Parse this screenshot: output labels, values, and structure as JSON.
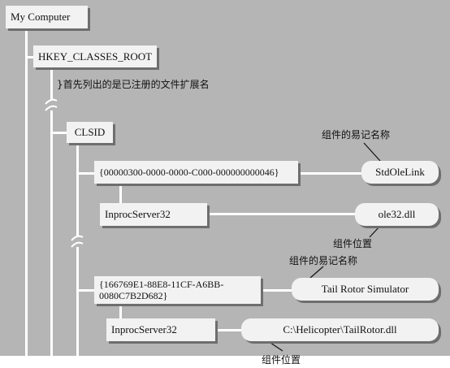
{
  "nodes": {
    "root": "My Computer",
    "hkcr": "HKEY_CLASSES_ROOT",
    "clsid": "CLSID",
    "guid1": "{00000300-0000-0000-C000-000000000046}",
    "inproc1": "InprocServer32",
    "guid2_line1": "{166769E1-88E8-11CF-A6BB-",
    "guid2_line2": "0080C7B2D682}",
    "inproc2": "InprocServer32"
  },
  "values": {
    "name1": "StdOleLink",
    "loc1": "ole32.dll",
    "name2": "Tail Rotor Simulator",
    "loc2": "C:\\Helicopter\\TailRotor.dll"
  },
  "annotations": {
    "extensions_note": "}首先列出的是已注册的文件扩展名",
    "friendly_name_1": "组件的易记名称",
    "location_1": "组件位置",
    "friendly_name_2": "组件的易记名称",
    "location_2": "组件位置"
  },
  "colors": {
    "background": "#b5b5b5",
    "box": "#f2f2f2",
    "shadow": "#6e6e6e",
    "connector": "#ffffff"
  }
}
